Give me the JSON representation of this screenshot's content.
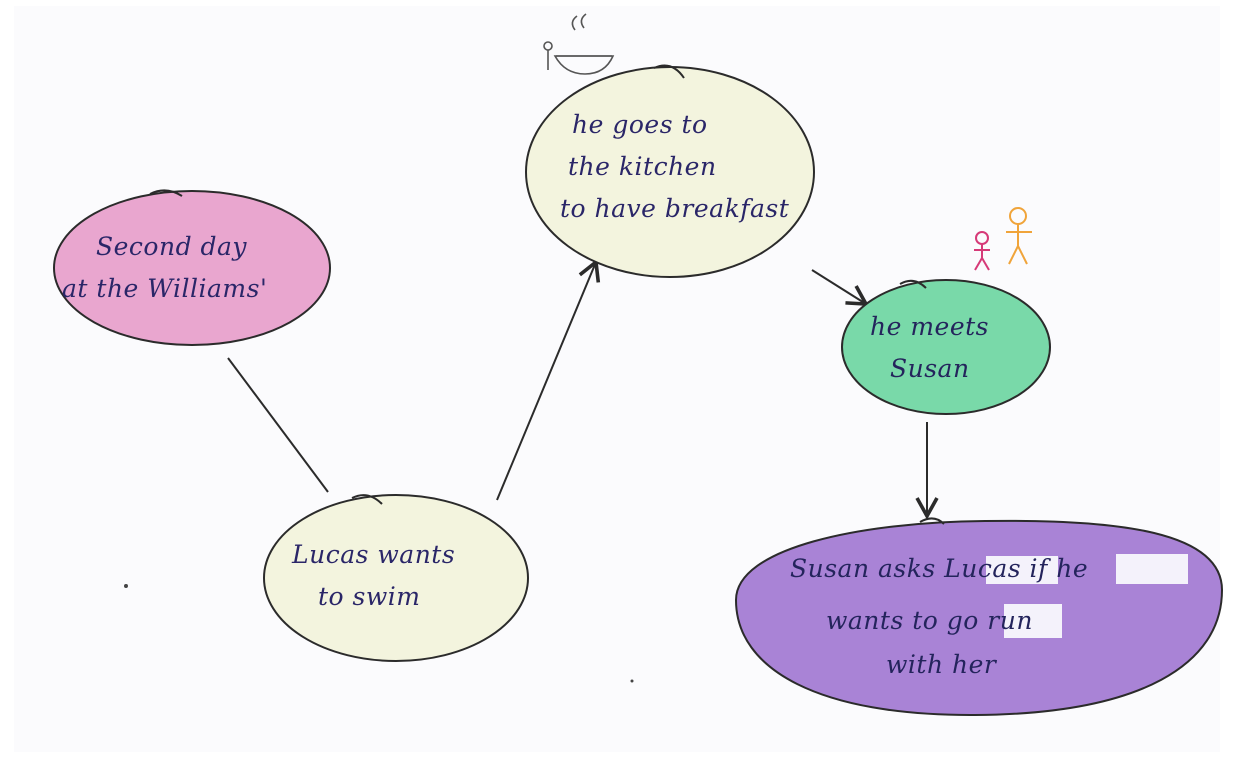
{
  "nodes": {
    "start": {
      "line1": "Second day",
      "line2": "at the Williams'",
      "fill": "#e9a6cf"
    },
    "swim": {
      "line1": "Lucas wants",
      "line2": "to swim",
      "fill": "#f3f4de"
    },
    "kitchen": {
      "line1": "he goes to",
      "line2": "the kitchen",
      "line3": "to have breakfast",
      "fill": "#f3f4de"
    },
    "meets": {
      "line1": "he meets",
      "line2": "Susan",
      "fill": "#79d9a9"
    },
    "run": {
      "line1": "Susan asks Lucas if he",
      "line2": "wants to go run",
      "line3": "with her",
      "fill": "#a983d6"
    }
  },
  "doodles": [
    "breakfast-bowl-icon",
    "two-people-icon"
  ],
  "colors": {
    "ink": "#2b2b2b",
    "paper": "#fbfbfd",
    "text": "#2a2668"
  }
}
